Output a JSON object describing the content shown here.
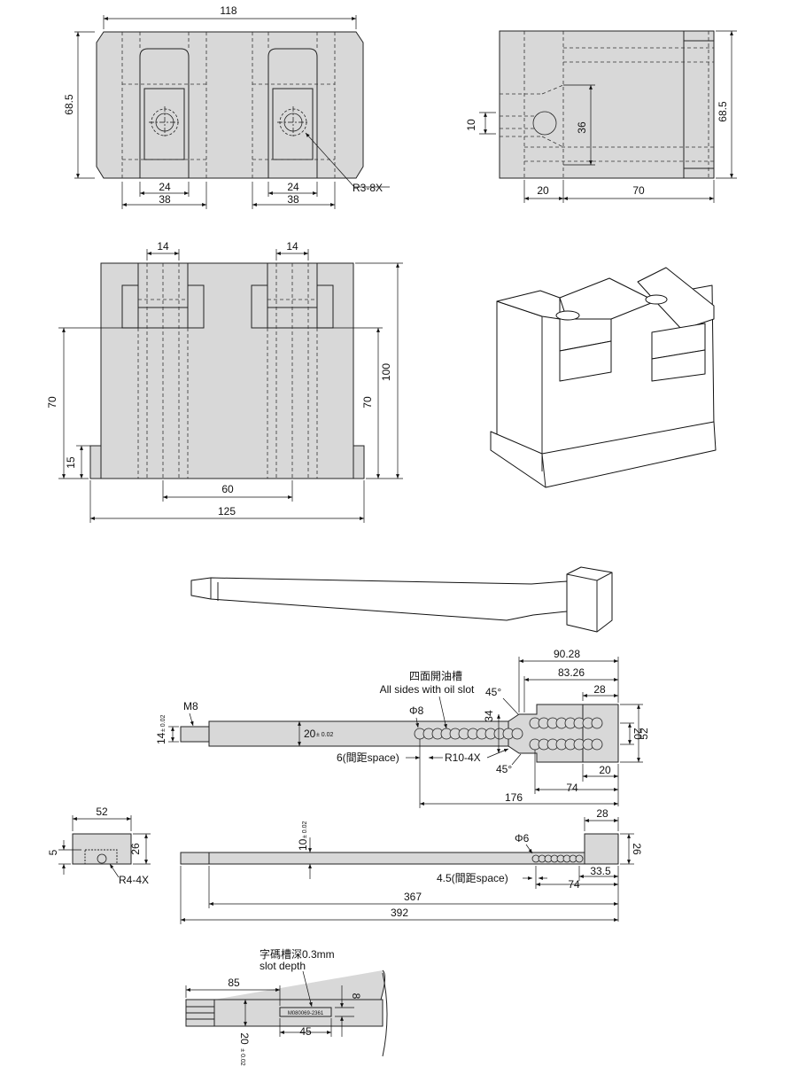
{
  "top_view": {
    "width": "118",
    "height": "68.5",
    "inner_left": "24",
    "outer_left": "38",
    "inner_right": "24",
    "outer_right": "38",
    "radius": "R3-8X"
  },
  "side_view": {
    "d10": "10",
    "d36": "36",
    "d68": "68.5",
    "d20": "20",
    "d70": "70"
  },
  "front_view": {
    "w14a": "14",
    "w14b": "14",
    "h70l": "70",
    "h15": "15",
    "h70r": "70",
    "h100": "100",
    "w60": "60",
    "w125": "125"
  },
  "punch_top": {
    "w9028": "90.28",
    "w8326": "83.26",
    "title_cn": "四面開油槽",
    "title_en": "All sides with oil slot",
    "w28": "28",
    "a45a": "45°",
    "m8": "M8",
    "phi8": "Φ8",
    "d34": "34",
    "tol14": "14",
    "tol14b": "± 0.02",
    "tol20": "20",
    "tol20b": "± 0.02",
    "d20r": "20",
    "d52": "52",
    "space6": "6(間距space)",
    "r10": "R10-4X",
    "a45b": "45°",
    "d20b": "20",
    "d74": "74",
    "d176": "176"
  },
  "punch_side": {
    "w52": "52",
    "d5": "5",
    "d26l": "26",
    "r4": "R4-4X",
    "tol10": "10",
    "tol10b": "± 0.02",
    "w28": "28",
    "phi6": "Φ6",
    "d26r": "26",
    "space45": "4.5(間距space)",
    "d335": "33.5",
    "d74": "74",
    "d367": "367",
    "d392": "392"
  },
  "detail": {
    "note_cn": "字碼槽深0.3mm",
    "note_en": "slot depth",
    "d85": "85",
    "d8": "8",
    "code": "M080069-2361",
    "d45": "45",
    "tol20": "20",
    "tol20b": "± 0.02"
  }
}
